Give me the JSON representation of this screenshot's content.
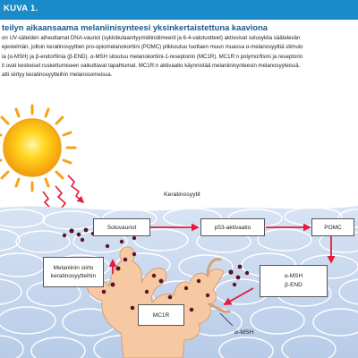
{
  "header": {
    "label": "KUVA 1."
  },
  "title": "teilyn aikaansaama melaniinisynteesi yksinkertaistettuna kaaviona",
  "body_lines": [
    "on UV-säteiden aiheuttamat DNA-vauriot (syklobutaanityymidiinidimeerit ja 6-4-valotuotteet) aktivoivat solusyklia säätelevän",
    "ejestelmän, jolloin keratinosyyttien pro-opiomelanokortiini (POMC) pilkkoutuu tuottaen muun muassa α-melanosyyttiä stimulo",
    "ia (α-MSH) ja β-endorfiinia (β-END). α-MSH sitoutuu melanokortiini-1-reseptoriin (MC1R). MC1R:n polymorfismi ja reseptorin",
    "ti ovat keskeiset ruskettumiseen vaikuttavat tapahtumat. MC1R:n aktivaatio käynnistää melaniinisynteesin melanosyyteissä.",
    "atti siirtyy keratinosyytteihin melanosomeissa."
  ],
  "diagram": {
    "keratinocytes_label": "Keratinosyytit",
    "box_soluvauriot": "Soluvauriot",
    "box_p53": "p53-aktivaatio",
    "box_pomc": "POMC",
    "box_melanin_transfer": [
      "Melaniinin siirto",
      "keratinosyytteihin"
    ],
    "box_amsh_bend": [
      "α-MSH",
      "β-END"
    ],
    "box_mc1r": "MC1R",
    "amsh_label": "α-MSH"
  },
  "colors": {
    "header_blue": "#1a8bc8",
    "title_blue": "#1a5a8a",
    "skin_blue": "#c5d7ee",
    "arrow_red": "#e31b3c",
    "melanocyte_orange": "#f6c9a2",
    "melanin_dots": "#5a1426",
    "sun_yellow": "#ffd21a"
  },
  "icons": {
    "sun": "sun-icon"
  }
}
